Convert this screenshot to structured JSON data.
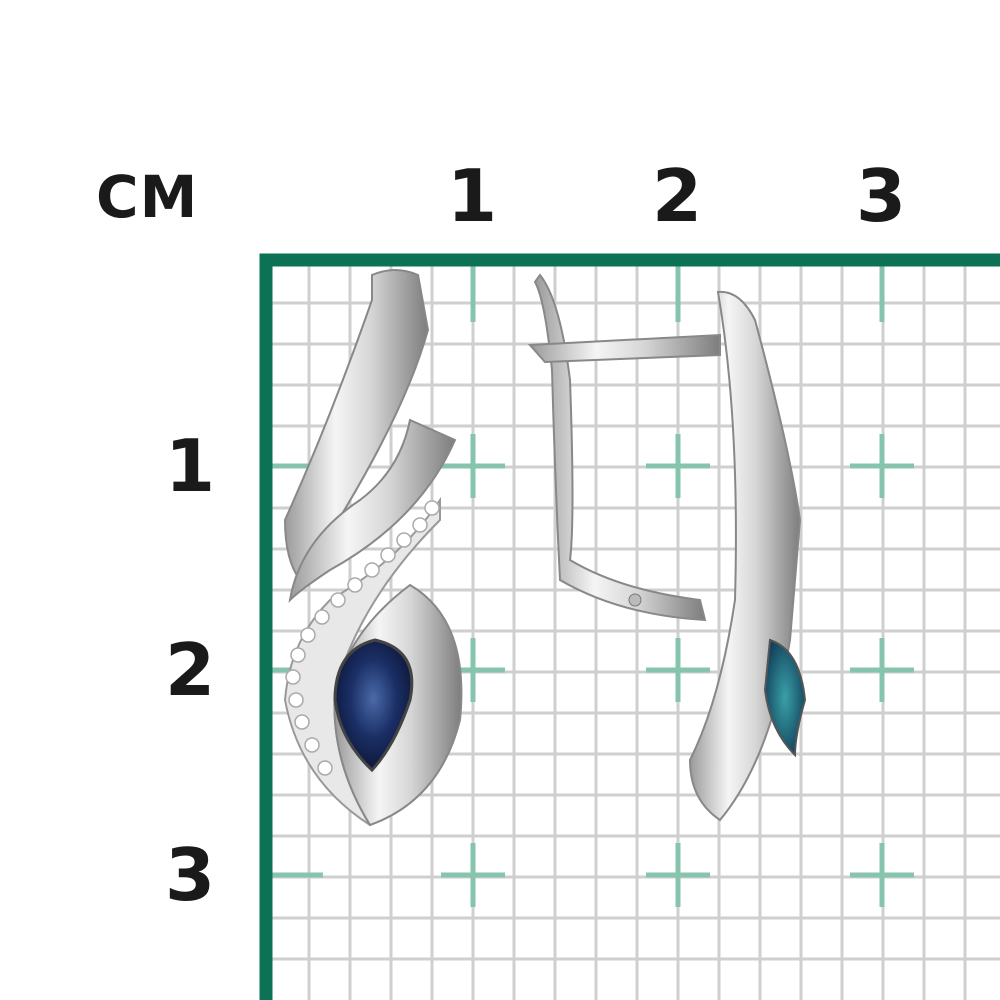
{
  "ruler": {
    "unit_label": "CM",
    "x_ticks": [
      "1",
      "2",
      "3"
    ],
    "y_ticks": [
      "1",
      "2",
      "3"
    ]
  },
  "colors": {
    "frame": "#0d7155",
    "cross": "#86c4ad",
    "grid": "#cfcfcf",
    "gem": "#1b2f66"
  }
}
